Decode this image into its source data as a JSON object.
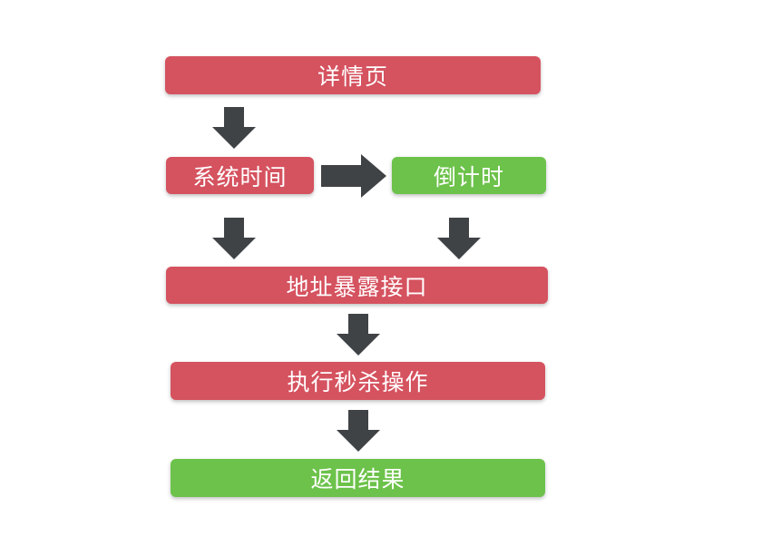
{
  "nodes": {
    "detail_page": "详情页",
    "system_time": "系统时间",
    "countdown": "倒计时",
    "expose_address": "地址暴露接口",
    "execute_seckill": "执行秒杀操作",
    "return_result": "返回结果"
  },
  "colors": {
    "red": "#d5525f",
    "green": "#6cc24a",
    "arrow": "#3f4346"
  }
}
